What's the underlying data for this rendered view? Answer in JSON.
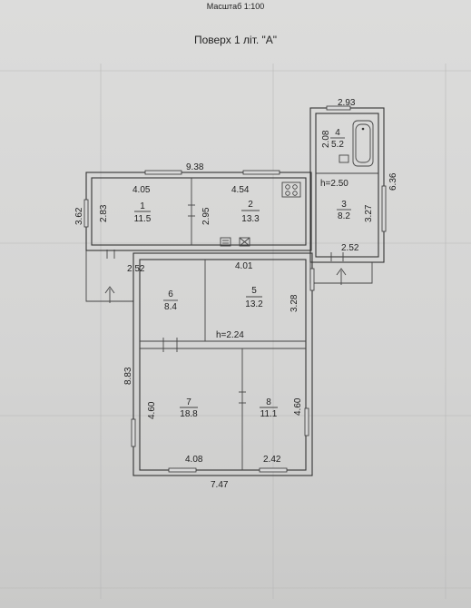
{
  "header": {
    "scale": "Масштаб 1:100",
    "floor_title": "Поверх 1 літ. \"А\""
  },
  "rooms": [
    {
      "number": "1",
      "area": "11.5"
    },
    {
      "number": "2",
      "area": "13.3"
    },
    {
      "number": "3",
      "area": "8.2"
    },
    {
      "number": "4",
      "area": "5.2"
    },
    {
      "number": "5",
      "area": "13.2"
    },
    {
      "number": "6",
      "area": "8.4"
    },
    {
      "number": "7",
      "area": "18.8"
    },
    {
      "number": "8",
      "area": "11.1"
    }
  ],
  "dimensions": {
    "top_total": "9.38",
    "room1_width": "4.05",
    "room2_width": "4.54",
    "room4_width": "2.93",
    "room4_height": "2.08",
    "left_wing_height": "3.62",
    "room1_height": "2.83",
    "room2_height": "2.95",
    "room3_height": "3.27",
    "right_total_height": "6.36",
    "room3_width": "2.52",
    "room6_width": "2.52",
    "room5_width": "4.01",
    "room5_height": "3.28",
    "lower_total_height": "8.83",
    "room7_height": "4.60",
    "room8_height": "4.60",
    "room7_width": "4.08",
    "room8_width": "2.42",
    "bottom_total": "7.47"
  },
  "heights": {
    "upper": "h=2.50",
    "lower": "h=2.24"
  }
}
